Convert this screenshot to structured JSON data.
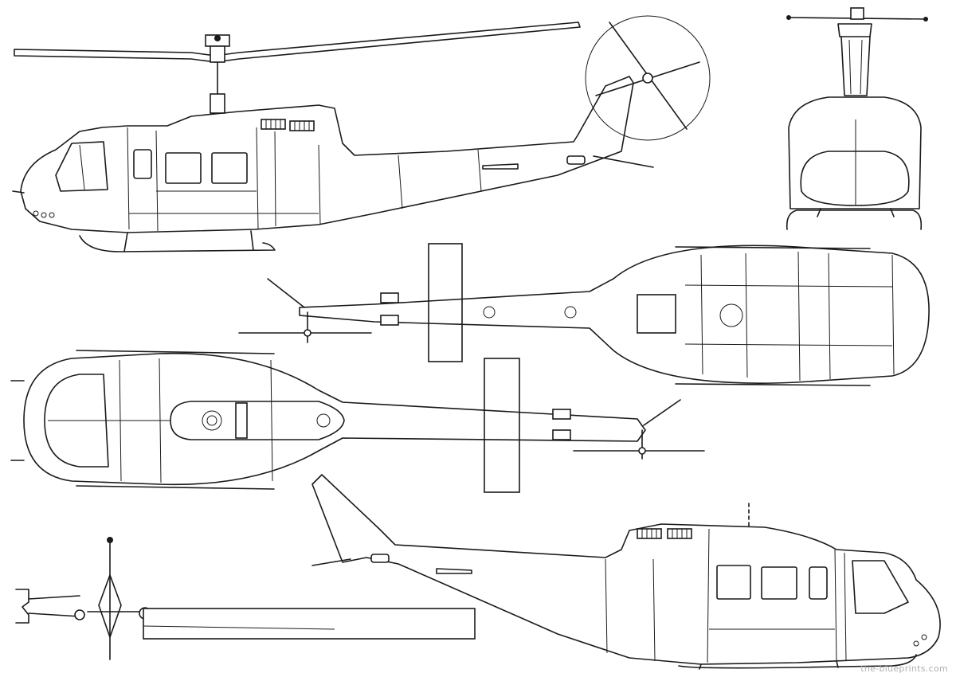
{
  "watermark": "the-blueprints.com",
  "views": [
    {
      "id": "side-left",
      "kind": "side view (nose left)"
    },
    {
      "id": "front",
      "kind": "front view"
    },
    {
      "id": "top",
      "kind": "top view"
    },
    {
      "id": "bottom",
      "kind": "bottom view"
    },
    {
      "id": "side-right",
      "kind": "side view (nose right)"
    },
    {
      "id": "rotor-hub",
      "kind": "rotor hub detail"
    }
  ],
  "colors": {
    "ink": "#1a1a1a",
    "paper": "#ffffff",
    "watermark": "#b0b0b0"
  }
}
